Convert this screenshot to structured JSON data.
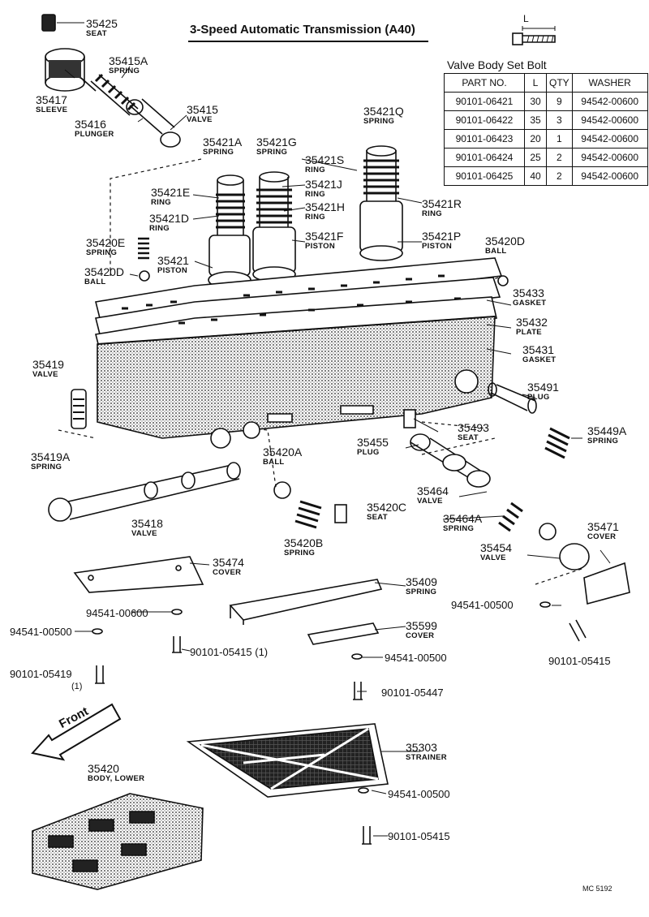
{
  "title": "3-Speed Automatic Transmission (A40)",
  "front_label": "Front",
  "drawing_code": "MC 5192",
  "bolt_table": {
    "title": "Valve Body Set Bolt",
    "l_mark": "L",
    "headers": [
      "PART NO.",
      "L",
      "QTY",
      "WASHER"
    ],
    "rows": [
      [
        "90101-06421",
        "30",
        "9",
        "94542-00600"
      ],
      [
        "90101-06422",
        "35",
        "3",
        "94542-00600"
      ],
      [
        "90101-06423",
        "20",
        "1",
        "94542-00600"
      ],
      [
        "90101-06424",
        "25",
        "2",
        "94542-00600"
      ],
      [
        "90101-06425",
        "40",
        "2",
        "94542-00600"
      ]
    ]
  },
  "parts": [
    {
      "num": "35425",
      "name": "SEAT"
    },
    {
      "num": "35415A",
      "name": "SPRING"
    },
    {
      "num": "35417",
      "name": "SLEEVE"
    },
    {
      "num": "35415",
      "name": "VALVE"
    },
    {
      "num": "35416",
      "name": "PLUNGER"
    },
    {
      "num": "35421A",
      "name": "SPRING"
    },
    {
      "num": "35421G",
      "name": "SPRING"
    },
    {
      "num": "35421Q",
      "name": "SPRING"
    },
    {
      "num": "35421S",
      "name": "RING"
    },
    {
      "num": "35421E",
      "name": "RING"
    },
    {
      "num": "35421J",
      "name": "RING"
    },
    {
      "num": "35421R",
      "name": "RING"
    },
    {
      "num": "35421D",
      "name": "RING"
    },
    {
      "num": "35421H",
      "name": "RING"
    },
    {
      "num": "35421F",
      "name": "PISTON"
    },
    {
      "num": "35421P",
      "name": "PISTON"
    },
    {
      "num": "35420E",
      "name": "SPRING"
    },
    {
      "num": "35421",
      "name": "PISTON"
    },
    {
      "num": "35420D",
      "name": "BALL"
    },
    {
      "num": "35420D",
      "name": "BALL"
    },
    {
      "num": "35433",
      "name": "GASKET"
    },
    {
      "num": "35432",
      "name": "PLATE"
    },
    {
      "num": "35431",
      "name": "GASKET"
    },
    {
      "num": "35419",
      "name": "VALVE"
    },
    {
      "num": "35491",
      "name": "PLUG"
    },
    {
      "num": "35449A",
      "name": "SPRING"
    },
    {
      "num": "35493",
      "name": "SEAT"
    },
    {
      "num": "35455",
      "name": "PLUG"
    },
    {
      "num": "35419A",
      "name": "SPRING"
    },
    {
      "num": "35420A",
      "name": "BALL"
    },
    {
      "num": "35464",
      "name": "VALVE"
    },
    {
      "num": "35420C",
      "name": "SEAT"
    },
    {
      "num": "35464A",
      "name": "SPRING"
    },
    {
      "num": "35471",
      "name": "COVER"
    },
    {
      "num": "35418",
      "name": "VALVE"
    },
    {
      "num": "35420B",
      "name": "SPRING"
    },
    {
      "num": "35454",
      "name": "VALVE"
    },
    {
      "num": "35474",
      "name": "COVER"
    },
    {
      "num": "35409",
      "name": "SPRING"
    },
    {
      "num": "35599",
      "name": "COVER"
    },
    {
      "num": "35303",
      "name": "STRAINER"
    },
    {
      "num": "35420",
      "name": "BODY, LOWER"
    }
  ],
  "codes": [
    "94541-00600",
    "94541-00500",
    "90101-05415 (1)",
    "94541-00500",
    "90101-05419",
    "(1)",
    "90101-05447",
    "94541-00500",
    "94541-00500",
    "90101-05415",
    "90101-05415"
  ]
}
